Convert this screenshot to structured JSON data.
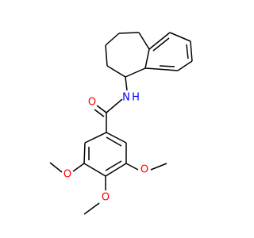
{
  "molecule": {
    "atoms": [
      {
        "symbol": "O",
        "color": "#ff0000"
      },
      {
        "symbol": "N",
        "color": "#0000ff"
      },
      {
        "symbol": "H",
        "color": "#0000ff"
      },
      {
        "symbol": "O",
        "color": "#ff0000"
      },
      {
        "symbol": "O",
        "color": "#ff0000"
      },
      {
        "symbol": "O",
        "color": "#ff0000"
      }
    ],
    "bond_color": "#000000"
  }
}
